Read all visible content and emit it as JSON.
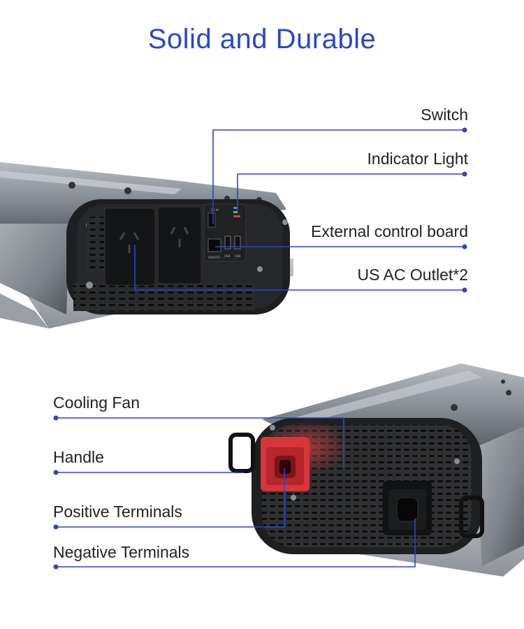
{
  "title": "Solid and Durable",
  "accent_color": "#2a47c6",
  "top_callouts": [
    {
      "label": "Switch"
    },
    {
      "label": "Indicator Light"
    },
    {
      "label": "External control board"
    },
    {
      "label": "US AC Outlet*2"
    }
  ],
  "bottom_callouts": [
    {
      "label": "Cooling Fan"
    },
    {
      "label": "Handle"
    },
    {
      "label": "Positive Terminals"
    },
    {
      "label": "Negative Terminals"
    }
  ],
  "panel_text": {
    "switch_markings": "O  I  W",
    "remote_label": "REMOTE",
    "usb_label_1": "USB",
    "usb_label_2": "USB"
  }
}
